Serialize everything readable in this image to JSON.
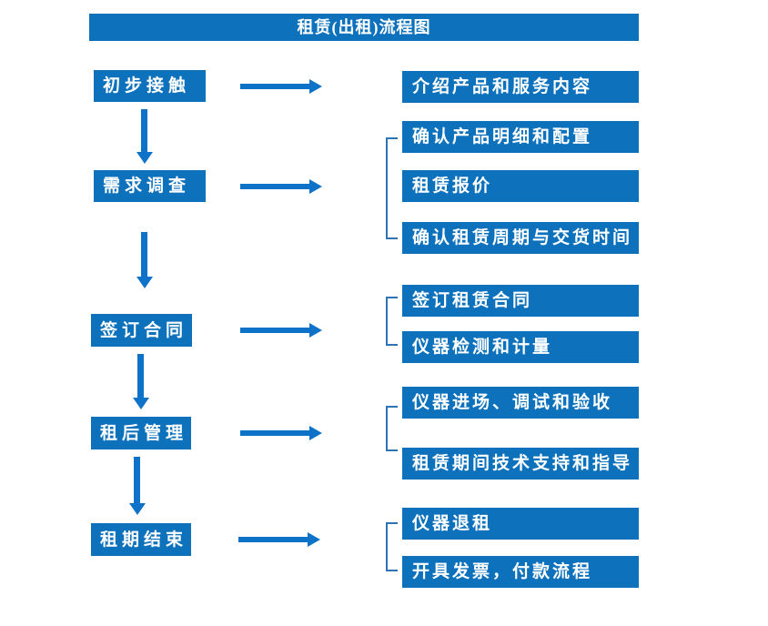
{
  "title": "租赁(出租)流程图",
  "palette": {
    "box": "#0d71bc",
    "arrow": "#0f72c9",
    "bracket": "#2e74b5",
    "text": "#ffffff",
    "background": "#ffffff"
  },
  "steps": [
    {
      "label": "初步接触",
      "outputs": [
        "介绍产品和服务内容"
      ]
    },
    {
      "label": "需求调查",
      "outputs": [
        "确认产品明细和配置",
        "租赁报价",
        "确认租赁周期与交货时间"
      ]
    },
    {
      "label": "签订合同",
      "outputs": [
        "签订租赁合同",
        "仪器检测和计量"
      ]
    },
    {
      "label": "租后管理",
      "outputs": [
        "仪器进场、调试和验收",
        "租赁期间技术支持和指导"
      ]
    },
    {
      "label": "租期结束",
      "outputs": [
        "仪器退租",
        "开具发票，付款流程"
      ]
    }
  ]
}
